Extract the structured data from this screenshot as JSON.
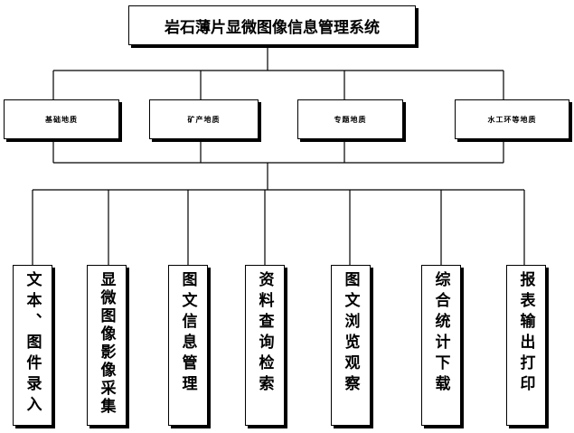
{
  "title": "岩石薄片显微图像信息管理系统",
  "categories": [
    {
      "label": "基础地质"
    },
    {
      "label": "矿产地质"
    },
    {
      "label": "专题地质"
    },
    {
      "label": "水工环等地质"
    }
  ],
  "functions": [
    {
      "label": "文本、图件录入"
    },
    {
      "label": "显微图像影像采集"
    },
    {
      "label": "图文信息管理"
    },
    {
      "label": "资料查询检索"
    },
    {
      "label": "图文浏览观察"
    },
    {
      "label": "综合统计下载"
    },
    {
      "label": "报表输出打印"
    }
  ]
}
